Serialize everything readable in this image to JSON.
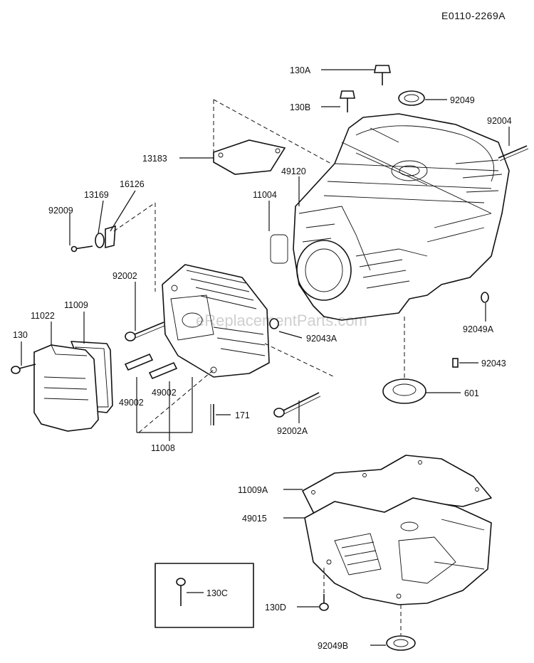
{
  "diagram_code": "E0110-2269A",
  "watermark": "eReplacementParts.com",
  "callouts": {
    "c130A": "130A",
    "c130B": "130B",
    "c92049": "92049",
    "c92004": "92004",
    "c13183": "13183",
    "c49120": "49120",
    "c16126": "16126",
    "c11004": "11004",
    "c13169": "13169",
    "c92009": "92009",
    "c92002": "92002",
    "c11009": "11009",
    "c11022": "11022",
    "c130": "130",
    "c92043A": "92043A",
    "c92049A": "92049A",
    "c92043": "92043",
    "c601": "601",
    "c49002a": "49002",
    "c49002b": "49002",
    "c171": "171",
    "c92002A": "92002A",
    "c11008": "11008",
    "c11009A": "11009A",
    "c49015": "49015",
    "c130C": "130C",
    "c130D": "130D",
    "c92049B": "92049B"
  }
}
